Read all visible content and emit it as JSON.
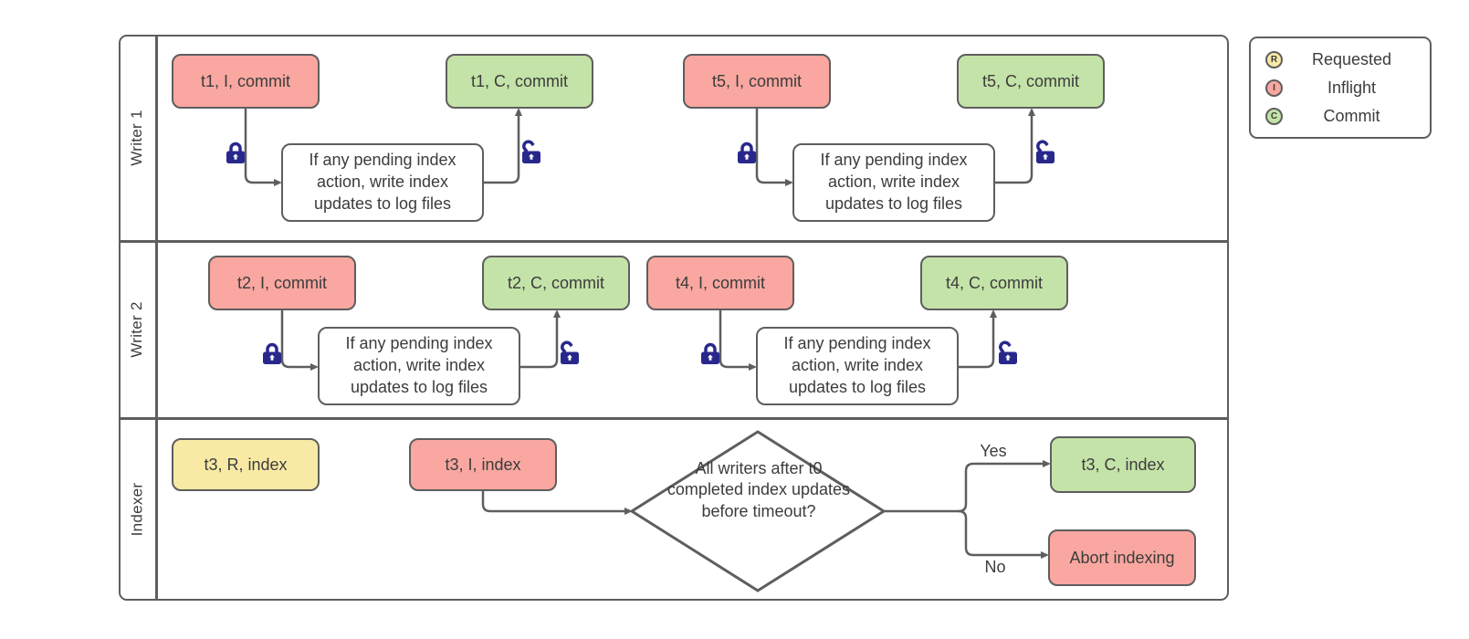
{
  "diagram": {
    "lanes": [
      {
        "label": "Writer 1"
      },
      {
        "label": "Writer 2"
      },
      {
        "label": "Indexer"
      }
    ],
    "legend": {
      "items": [
        {
          "symbol": "R",
          "label": "Requested",
          "color": "#f8eaa5"
        },
        {
          "symbol": "I",
          "label": "Inflight",
          "color": "#f9a7a0"
        },
        {
          "symbol": "C",
          "label": "Commit",
          "color": "#c4e3a8"
        }
      ]
    },
    "nodes": {
      "t1_inflight": "t1, I, commit",
      "t1_commit": "t1, C, commit",
      "t5_inflight": "t5, I, commit",
      "t5_commit": "t5, C, commit",
      "t2_inflight": "t2, I, commit",
      "t2_commit": "t2, C, commit",
      "t4_inflight": "t4, I, commit",
      "t4_commit": "t4, C, commit",
      "t3_requested": "t3, R, index",
      "t3_inflight": "t3, I, index",
      "t3_commit": "t3, C, index",
      "abort": "Abort indexing"
    },
    "process_label": "If any pending index action, write index updates to log files",
    "decision_label": "All writers after t0 completed index updates before timeout?",
    "branch_labels": {
      "yes": "Yes",
      "no": "No"
    },
    "colors": {
      "inflight_fill": "#f9a7a0",
      "commit_fill": "#c4e3a8",
      "requested_fill": "#f8eaa5",
      "stroke": "#5e5e5e",
      "lock": "#28288c"
    }
  }
}
